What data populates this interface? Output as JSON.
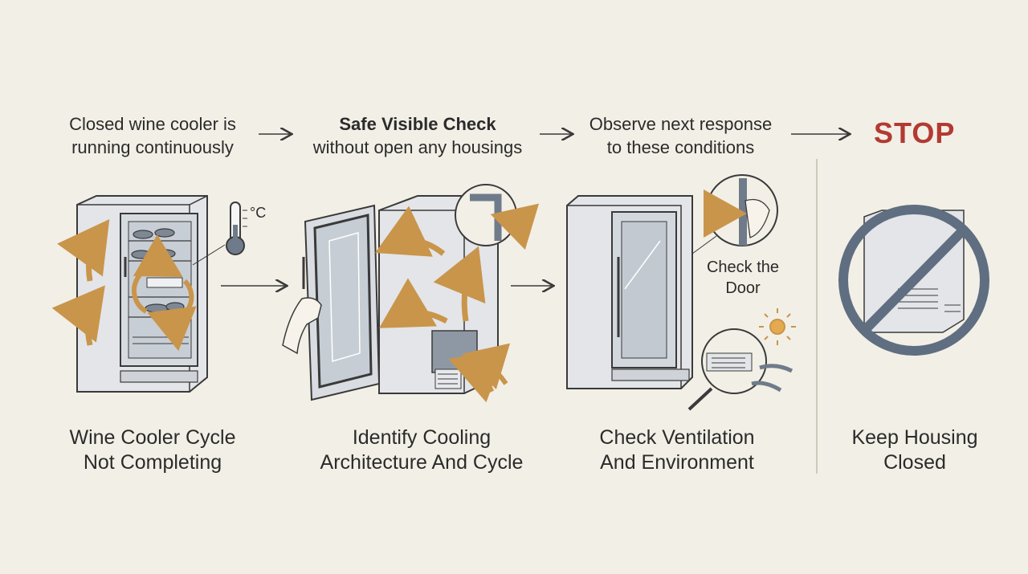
{
  "steps": [
    {
      "top_line1": "Closed wine cooler is",
      "top_line2": "running continuously",
      "bottom_line1": "Wine Cooler Cycle",
      "bottom_line2": "Not Completing",
      "icon": "wine-cooler-with-circulation-arrows"
    },
    {
      "top_line1": "Safe Visible Check",
      "top_line2": "without open any housings",
      "bottom_line1": "Identify Cooling",
      "bottom_line2": "Architecture And Cycle",
      "icon": "open-cooler-airflow"
    },
    {
      "top_line1": "Observe next response",
      "top_line2": "to these conditions",
      "bottom_line1": "Check Ventilation",
      "bottom_line2": "And Environment",
      "icon": "cooler-inspection",
      "callout": "Check the\nDoor",
      "callout_line1": "Check the",
      "callout_line2": "Door"
    },
    {
      "top_label": "STOP",
      "bottom_line1": "Keep Housing",
      "bottom_line2": "Closed",
      "icon": "prohibited-cooler"
    }
  ],
  "thermometer_unit": "°C",
  "colors": {
    "background": "#f2efe6",
    "ink": "#2b2b2b",
    "accent_arrow": "#c9954b",
    "stop_red": "#b23a33",
    "prohibit_ring": "#5f6e80"
  }
}
